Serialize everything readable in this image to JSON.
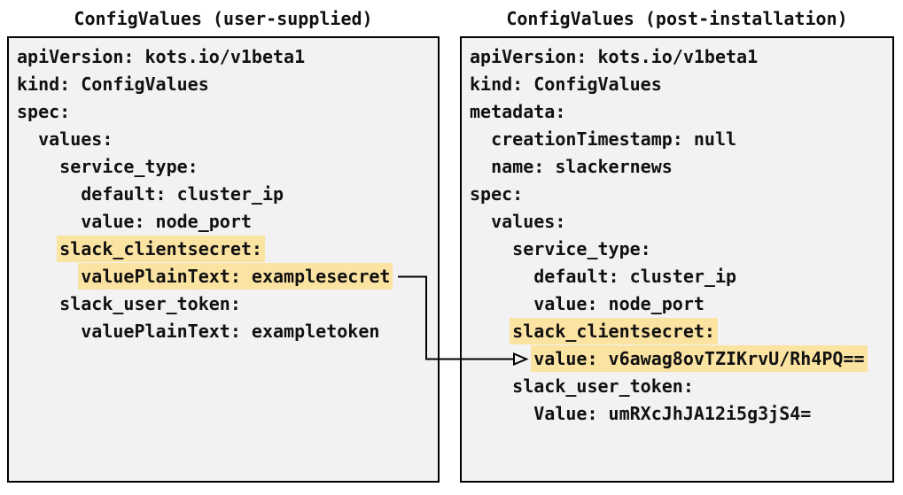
{
  "colors": {
    "highlight": "#fbe3a2",
    "box_bg": "#f2f2f2",
    "border": "#000000",
    "arrow": "#000000"
  },
  "left_panel": {
    "title": "ConfigValues (user-supplied)",
    "lines": [
      {
        "indent": "",
        "text": "apiVersion: kots.io/v1beta1",
        "highlight": false
      },
      {
        "indent": "",
        "text": "kind: ConfigValues",
        "highlight": false
      },
      {
        "indent": "",
        "text": "spec:",
        "highlight": false
      },
      {
        "indent": "  ",
        "text": "values:",
        "highlight": false
      },
      {
        "indent": "    ",
        "text": "service_type:",
        "highlight": false
      },
      {
        "indent": "      ",
        "text": "default: cluster_ip",
        "highlight": false
      },
      {
        "indent": "      ",
        "text": "value: node_port",
        "highlight": false
      },
      {
        "indent": "    ",
        "text": "slack_clientsecret:",
        "highlight": true
      },
      {
        "indent": "      ",
        "text": "valuePlainText: examplesecret",
        "highlight": true
      },
      {
        "indent": "    ",
        "text": "slack_user_token:",
        "highlight": false
      },
      {
        "indent": "      ",
        "text": "valuePlainText: exampletoken",
        "highlight": false
      }
    ]
  },
  "right_panel": {
    "title": "ConfigValues (post-installation)",
    "lines": [
      {
        "indent": "",
        "text": "apiVersion: kots.io/v1beta1",
        "highlight": false
      },
      {
        "indent": "",
        "text": "kind: ConfigValues",
        "highlight": false
      },
      {
        "indent": "",
        "text": "metadata:",
        "highlight": false
      },
      {
        "indent": "  ",
        "text": "creationTimestamp: null",
        "highlight": false
      },
      {
        "indent": "  ",
        "text": "name: slackernews",
        "highlight": false
      },
      {
        "indent": "",
        "text": "spec:",
        "highlight": false
      },
      {
        "indent": "  ",
        "text": "values:",
        "highlight": false
      },
      {
        "indent": "    ",
        "text": "service_type:",
        "highlight": false
      },
      {
        "indent": "      ",
        "text": "default: cluster_ip",
        "highlight": false
      },
      {
        "indent": "      ",
        "text": "value: node_port",
        "highlight": false
      },
      {
        "indent": "    ",
        "text": "slack_clientsecret:",
        "highlight": true
      },
      {
        "indent": "      ",
        "text": "value: v6awag8ovTZIKrvU/Rh4PQ==",
        "highlight": true
      },
      {
        "indent": "    ",
        "text": "slack_user_token:",
        "highlight": false
      },
      {
        "indent": "      ",
        "text": "Value: umRXcJhJA12i5g3jS4=",
        "highlight": false
      }
    ]
  }
}
